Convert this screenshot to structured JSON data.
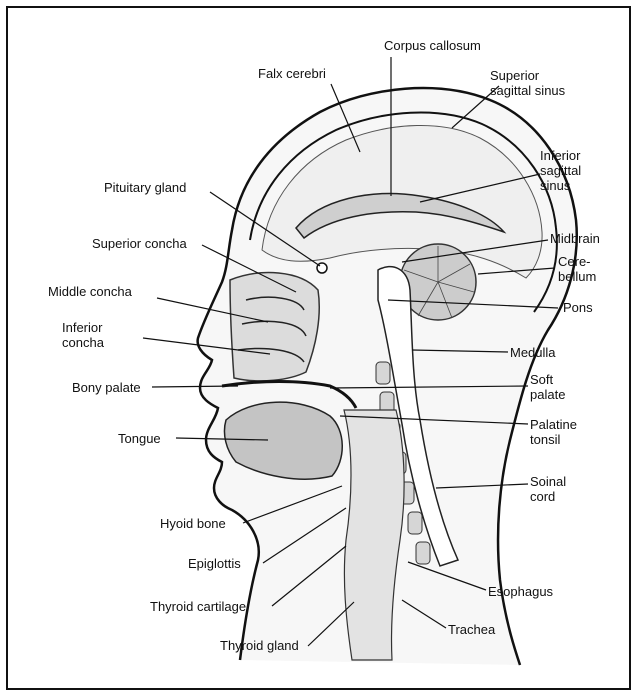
{
  "labels": {
    "corpus_callosum": "Corpus callosum",
    "falx_cerebri": "Falx cerebri",
    "superior_sagittal_sinus": "Superior sagittal sinus",
    "inferior_sagittal_sinus": "Inferior sagittal sinus",
    "pituitary_gland": "Pituitary gland",
    "superior_concha": "Superior concha",
    "midbrain": "Midbrain",
    "cerebellum": "Cere-bellum",
    "middle_concha": "Middle concha",
    "pons": "Pons",
    "inferior_concha": "Inferior concha",
    "medulla": "Medulla",
    "bony_palate": "Bony palate",
    "soft_palate": "Soft palate",
    "tongue": "Tongue",
    "palatine_tonsil": "Palatine tonsil",
    "spinal_cord": "Soinal cord",
    "hyoid_bone": "Hyoid bone",
    "epiglottis": "Epiglottis",
    "thyroid_cartilage": "Thyroid cartilage",
    "esophagus": "Esophagus",
    "thyroid_gland": "Thyroid gland",
    "trachea": "Trachea"
  },
  "colors": {
    "ink": "#111111",
    "shade": "#bdbdbd",
    "light": "#e9e9e9"
  }
}
